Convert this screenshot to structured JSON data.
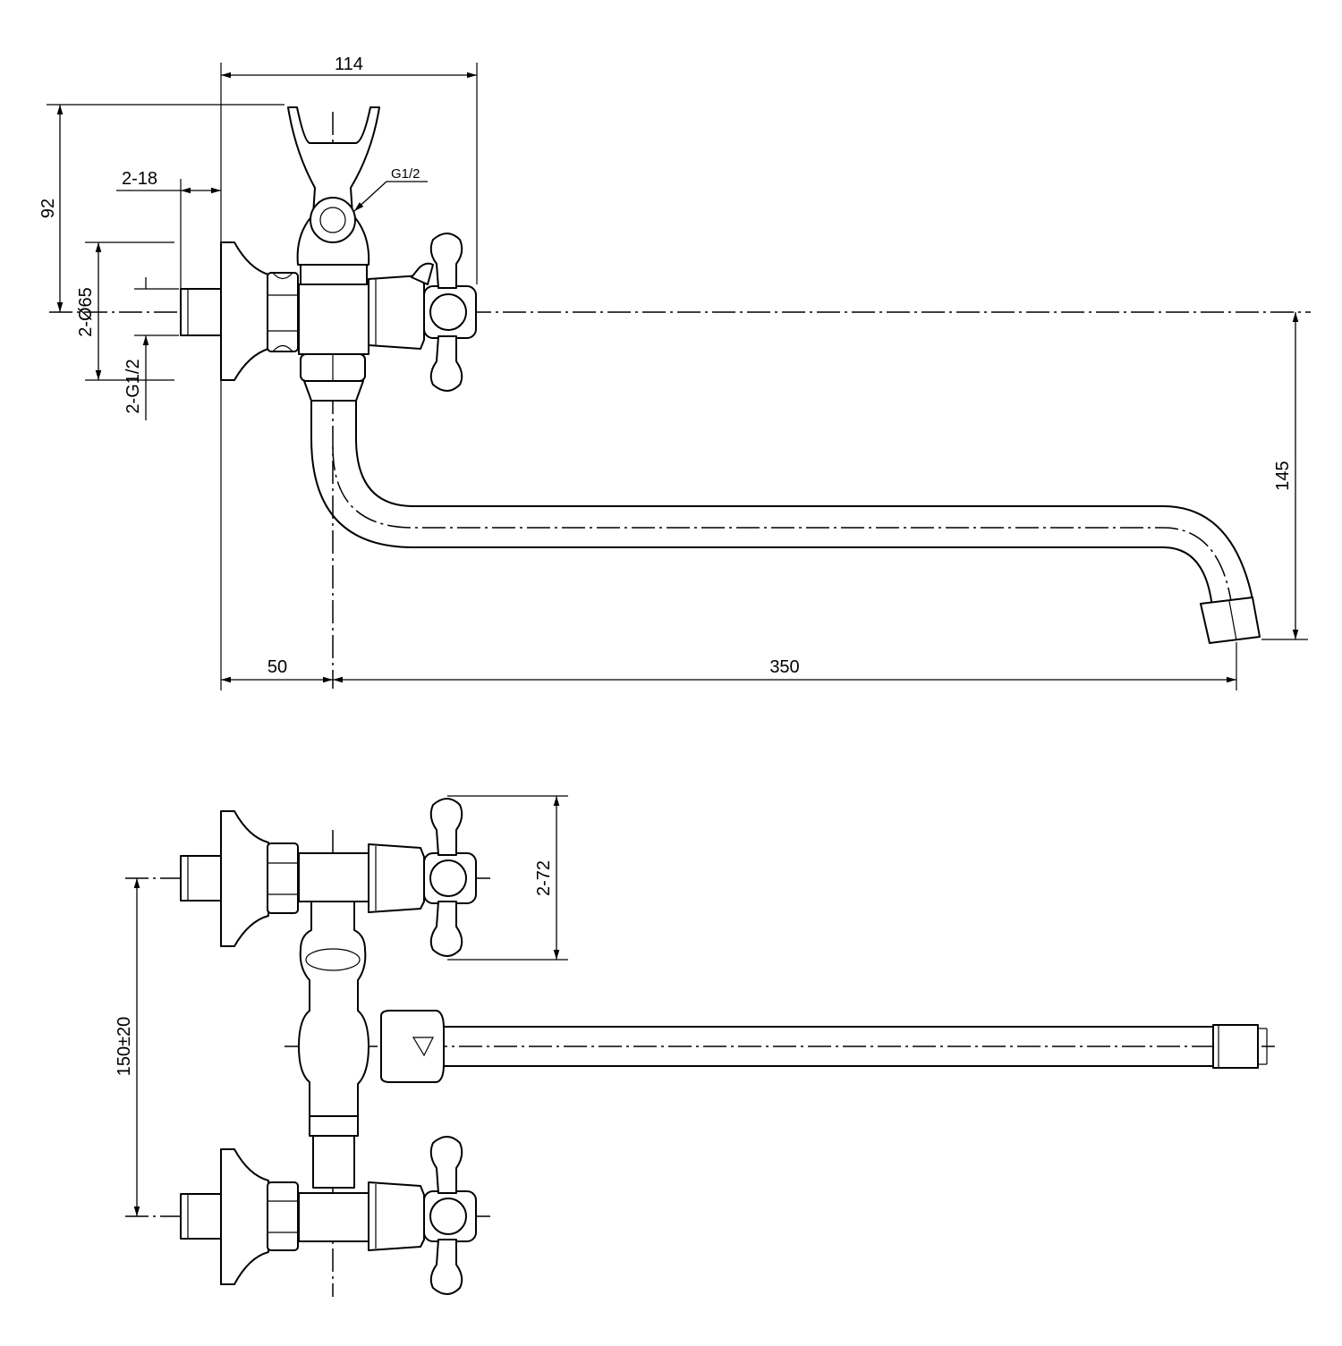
{
  "side_view": {
    "dims": {
      "width_top": "114",
      "height_left": "92",
      "thread_depth": "2-18",
      "flange_dia": "2-Ø65",
      "inlet_thread": "2-G1/2",
      "holder_thread": "G1/2",
      "offset": "50",
      "spout_reach": "350",
      "spout_drop": "145"
    }
  },
  "top_view": {
    "dims": {
      "handle_span": "2-72",
      "inlet_spacing": "150±20"
    }
  }
}
